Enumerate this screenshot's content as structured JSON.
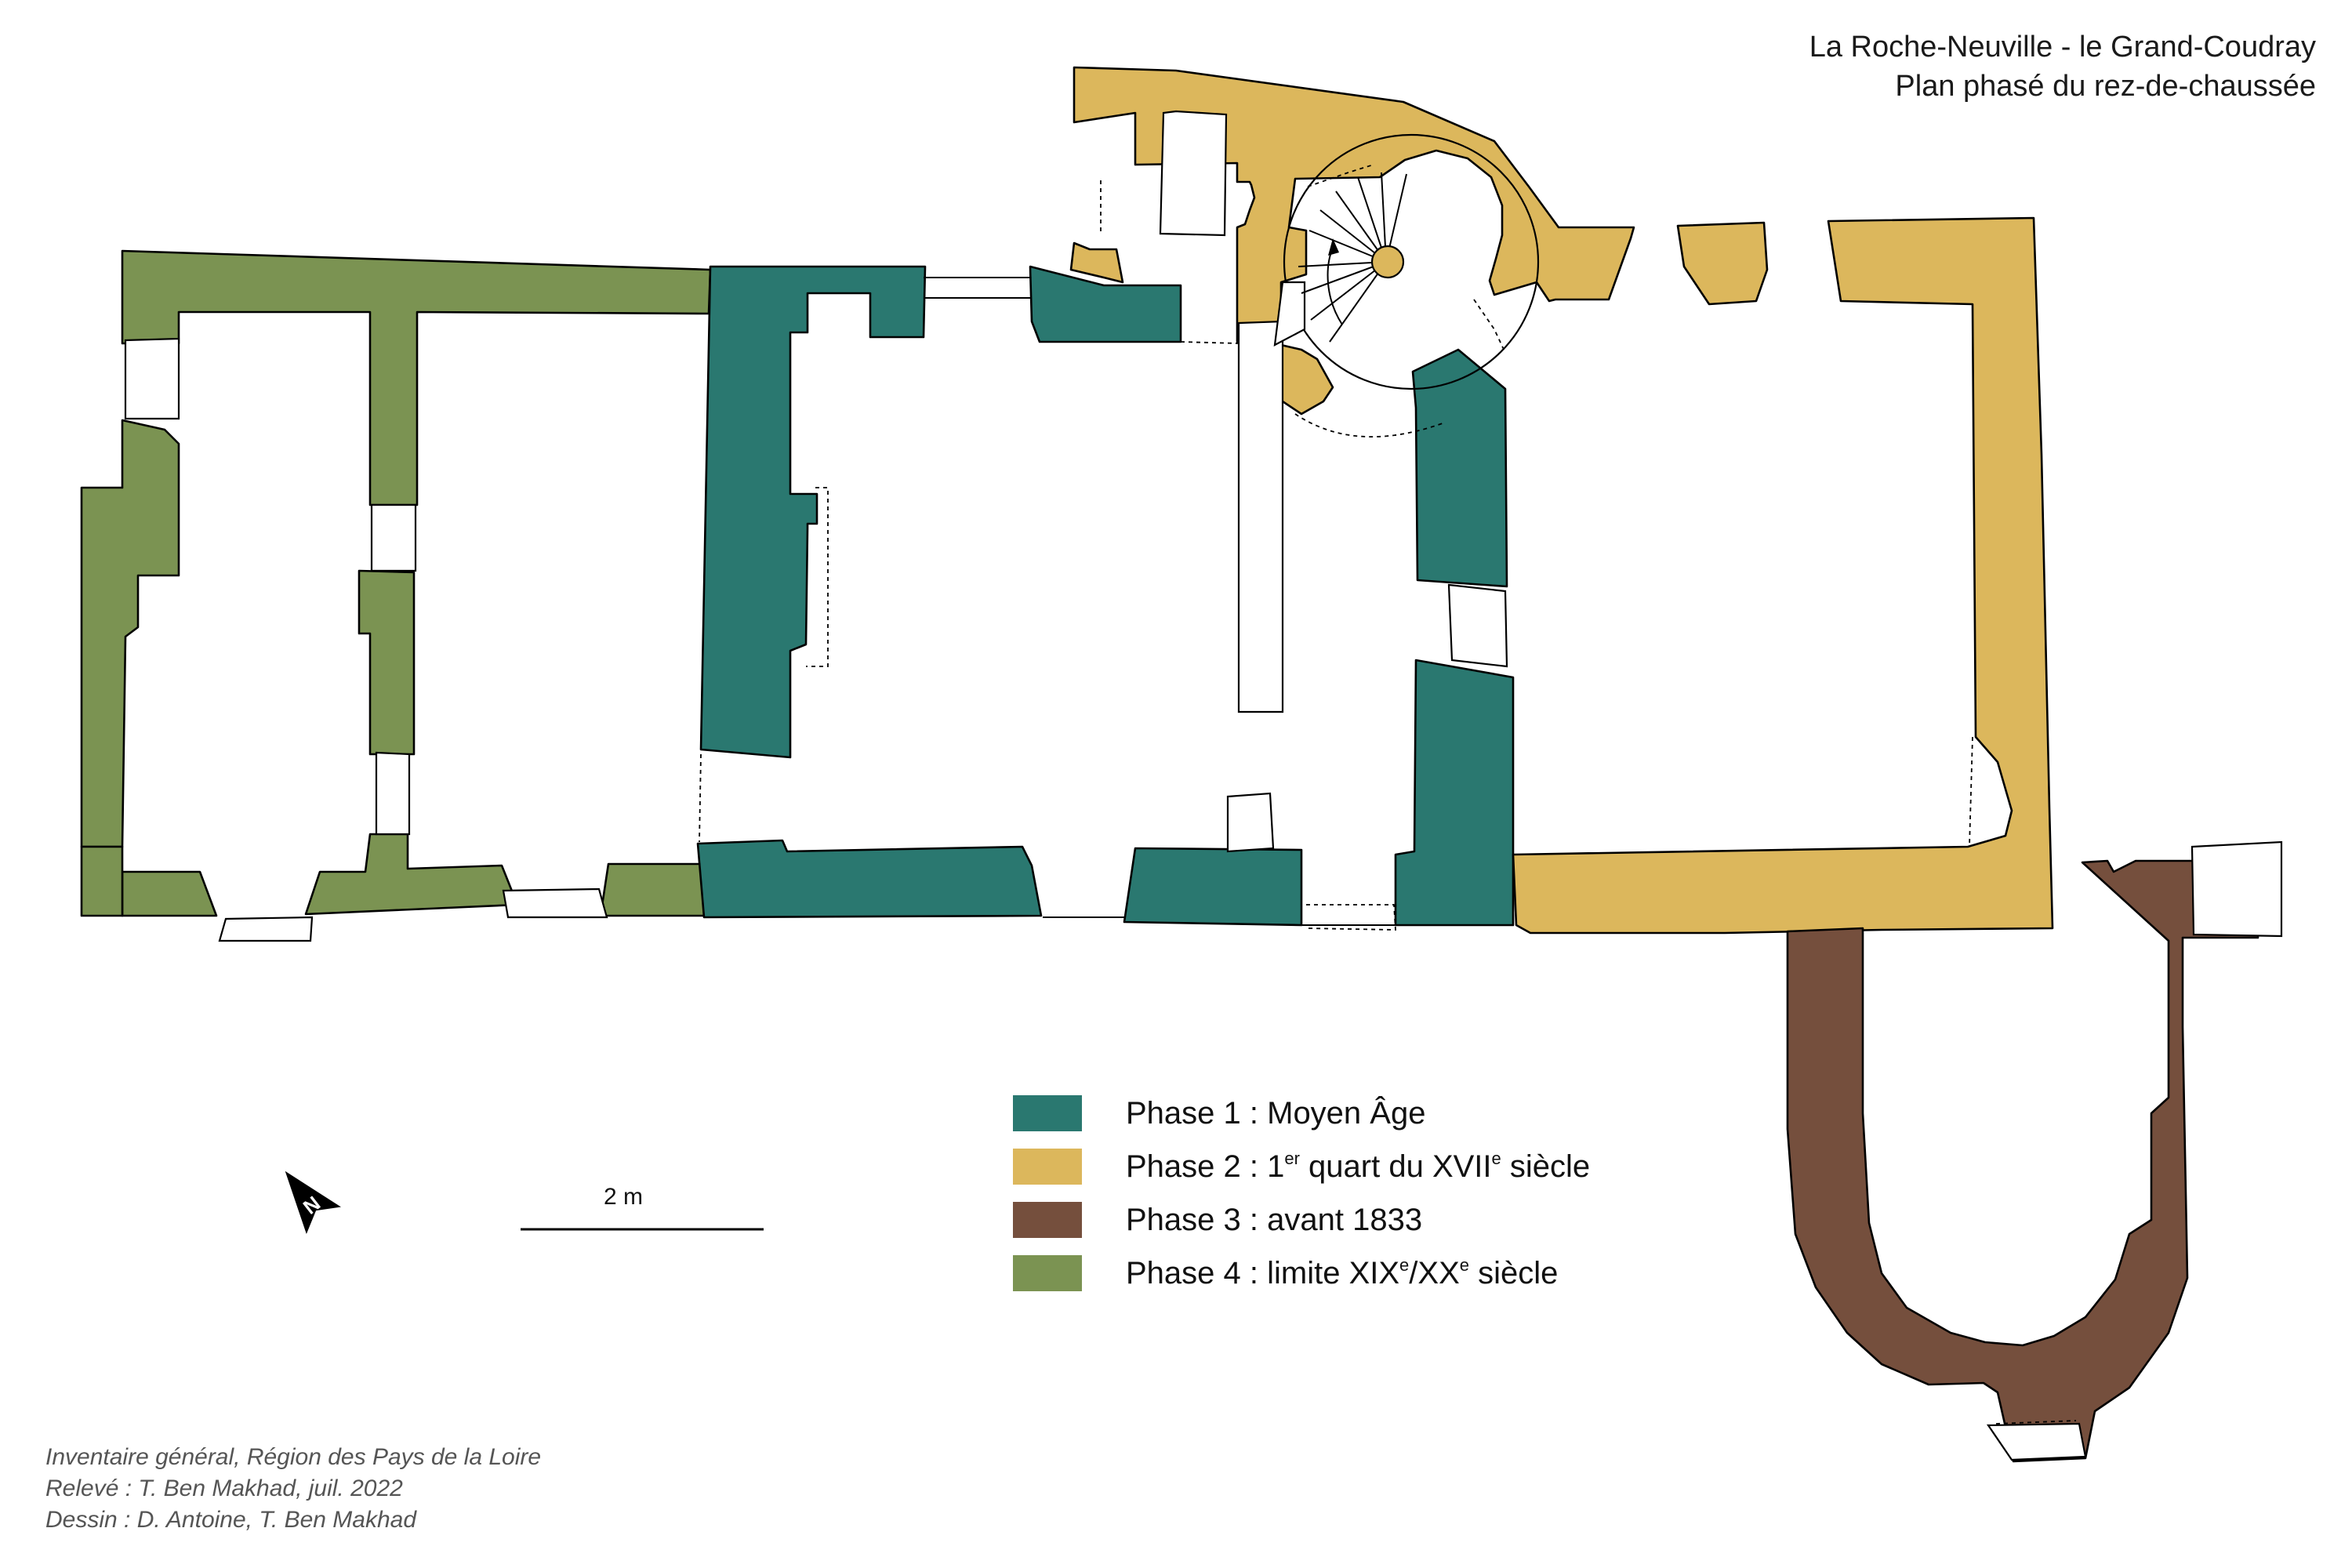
{
  "title": {
    "line1": "La Roche-Neuville - le Grand-Coudray",
    "line2": "Plan phasé du rez-de-chaussée"
  },
  "colors": {
    "phase1": "#2A7870",
    "phase2": "#DCB75C",
    "phase3": "#754F3D",
    "phase4": "#7B9352"
  },
  "legend": [
    {
      "id": "phase1",
      "pre": "Phase 1 : Moyen Âge",
      "sup1": "",
      "mid": "",
      "sup2": "",
      "post": ""
    },
    {
      "id": "phase2",
      "pre": "Phase 2 : 1",
      "sup1": "er",
      "mid": " quart du XVII",
      "sup2": "e",
      "post": " siècle"
    },
    {
      "id": "phase3",
      "pre": "Phase 3 : avant 1833",
      "sup1": "",
      "mid": "",
      "sup2": "",
      "post": ""
    },
    {
      "id": "phase4",
      "pre": "Phase 4 : limite XIX",
      "sup1": "e",
      "mid": "/XX",
      "sup2": "e",
      "post": " siècle"
    }
  ],
  "scale_bar": {
    "label": "2 m"
  },
  "north_arrow": {
    "icon": "north-arrow-icon",
    "letter": "N"
  },
  "credits": [
    "Inventaire général, Région des Pays de la Loire",
    "Relevé : T. Ben Makhad, juil. 2022",
    "Dessin : D. Antoine, T. Ben Makhad"
  ]
}
